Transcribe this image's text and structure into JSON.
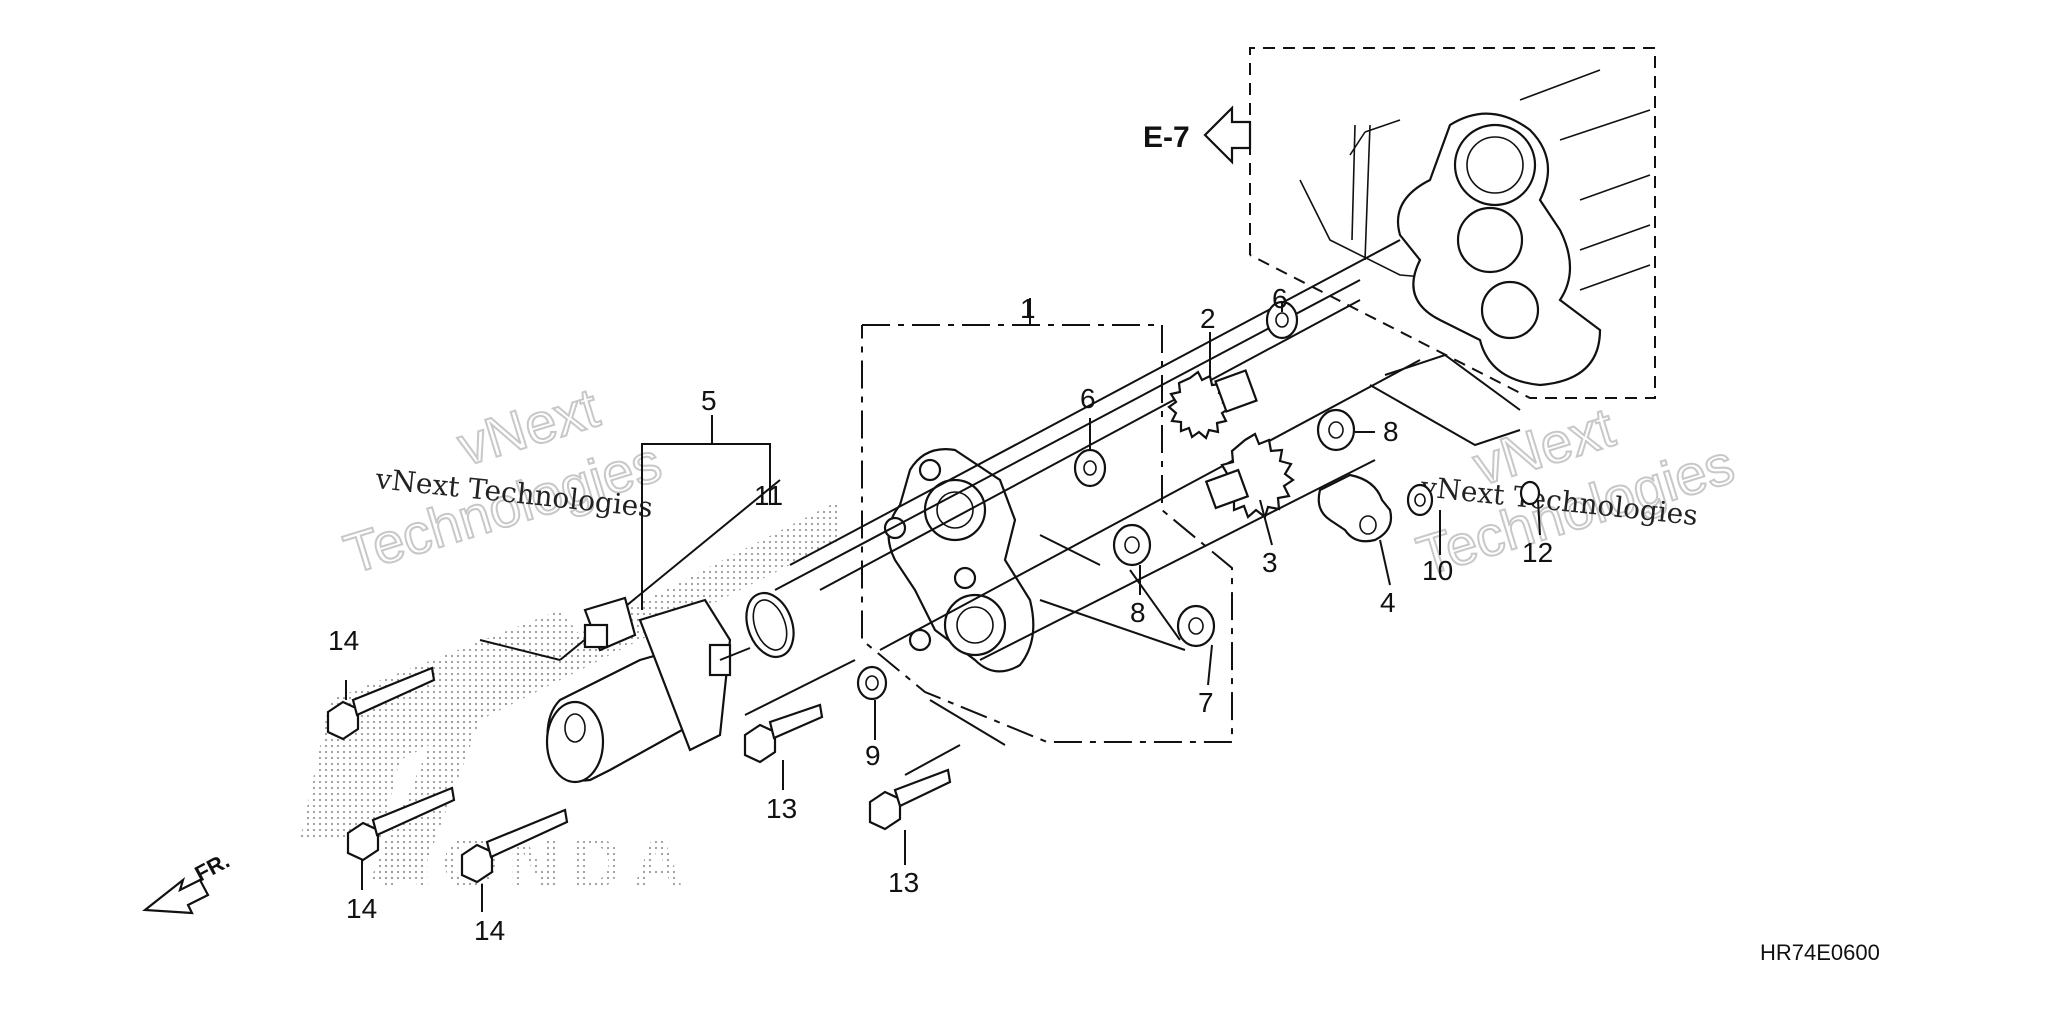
{
  "reference": {
    "label": "E-7"
  },
  "callouts": {
    "c1": "1",
    "c2": "2",
    "c3": "3",
    "c4": "4",
    "c5": "5",
    "c6a": "6",
    "c6b": "6",
    "c7": "7",
    "c8a": "8",
    "c8b": "8",
    "c9": "9",
    "c10": "10",
    "c11": "11",
    "c12": "12",
    "c13a": "13",
    "c13b": "13",
    "c14a": "14",
    "c14b": "14",
    "c14c": "14"
  },
  "front_arrow": {
    "label": "FR."
  },
  "watermark": {
    "brand_a": "vNext",
    "brand_b": "Technologies",
    "caption_a": "vNext Technologies",
    "brand_c": "vNext",
    "brand_d": "Technologies",
    "caption_b": "vNext Technologies",
    "logo_text": "HONDA"
  },
  "diagram_code": "HR74E0600",
  "colors": {
    "line": "#111111",
    "watermark": "#c8c8c8",
    "stipple": "#9a9a9a"
  }
}
